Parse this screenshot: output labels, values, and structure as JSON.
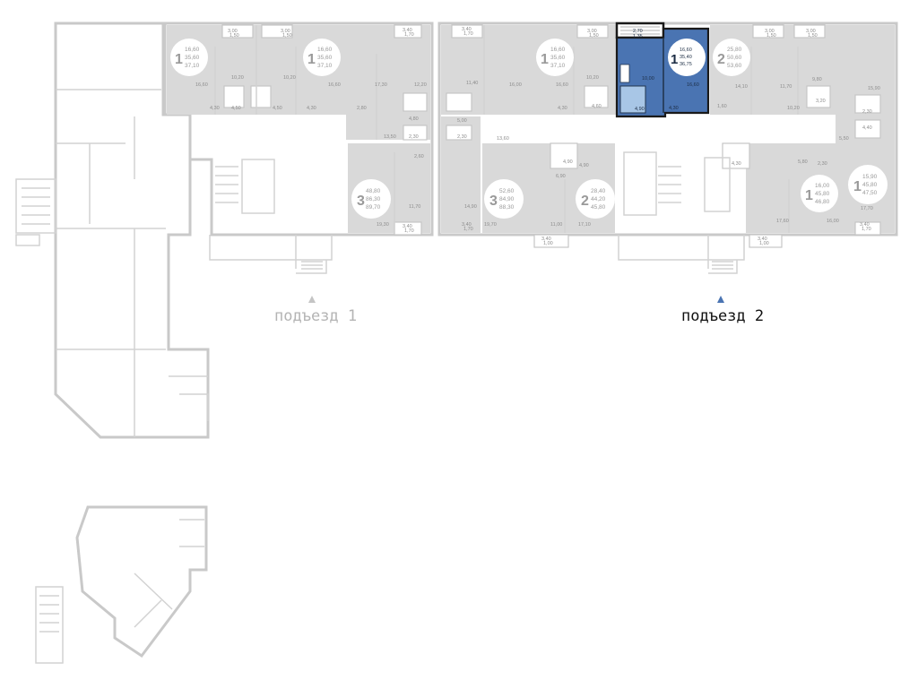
{
  "colors": {
    "selected_apartment": "#4a74b2",
    "apartment_fill": "#d9d9d9",
    "wall": "#c9c9c9",
    "entrance_inactive": "#b4b4b4",
    "entrance_active": "#111111",
    "arrow_inactive": "#c4c4c4",
    "arrow_active": "#4a74b2"
  },
  "entrances": [
    {
      "label": "подъезд 1",
      "active": false
    },
    {
      "label": "подъезд 2",
      "active": true
    }
  ],
  "selected": {
    "rooms": "1",
    "area_living": "16,60",
    "area_total": "35,40",
    "area_full": "36,75",
    "balcony_top": "2,70",
    "balcony_bottom": "1,35",
    "kitchen": "10,00",
    "room": "16,60",
    "hall": "4,30",
    "bath": "4,90"
  },
  "apartments": [
    {
      "rooms": "1",
      "a": "16,60",
      "b": "35,60",
      "c": "37,10"
    },
    {
      "rooms": "1",
      "a": "16,60",
      "b": "35,60",
      "c": "37,10"
    },
    {
      "rooms": "3",
      "a": "48,80",
      "b": "86,30",
      "c": "89,70"
    },
    {
      "rooms": "1",
      "a": "16,60",
      "b": "35,60",
      "c": "37,10"
    },
    {
      "rooms": "3",
      "a": "52,60",
      "b": "84,90",
      "c": "88,30"
    },
    {
      "rooms": "2",
      "a": "28,40",
      "b": "44,20",
      "c": "45,80"
    },
    {
      "rooms": "2",
      "a": "25,80",
      "b": "50,60",
      "c": "53,60"
    },
    {
      "rooms": "1",
      "a": "16,00",
      "b": "45,80",
      "c": "46,80"
    },
    {
      "rooms": "1",
      "a": "15,90",
      "b": "45,80",
      "c": "47,50"
    }
  ],
  "room_labels": [
    "3,00",
    "1,50",
    "3,00",
    "1,50",
    "3,40",
    "1,70",
    "16,60",
    "10,20",
    "10,20",
    "16,60",
    "17,30",
    "12,20",
    "4,30",
    "4,50",
    "4,50",
    "4,30",
    "2,80",
    "4,80",
    "2,30",
    "13,50",
    "2,60",
    "11,70",
    "19,30",
    "3,40",
    "1,70",
    "3,40",
    "1,70",
    "3,00",
    "1,50",
    "11,40",
    "16,00",
    "16,60",
    "10,20",
    "5,00",
    "2,30",
    "4,30",
    "4,60",
    "13,60",
    "4,90",
    "4,90",
    "6,90",
    "14,90",
    "19,70",
    "11,00",
    "17,10",
    "3,40",
    "1,70",
    "3,40",
    "1,00",
    "3,00",
    "1,50",
    "3,00",
    "1,50",
    "1,60",
    "14,10",
    "11,70",
    "9,80",
    "15,90",
    "10,20",
    "3,20",
    "2,30",
    "4,40",
    "5,50",
    "4,30",
    "5,80",
    "2,30",
    "17,60",
    "16,00",
    "17,70",
    "3,40",
    "1,00",
    "3,40",
    "1,70"
  ]
}
